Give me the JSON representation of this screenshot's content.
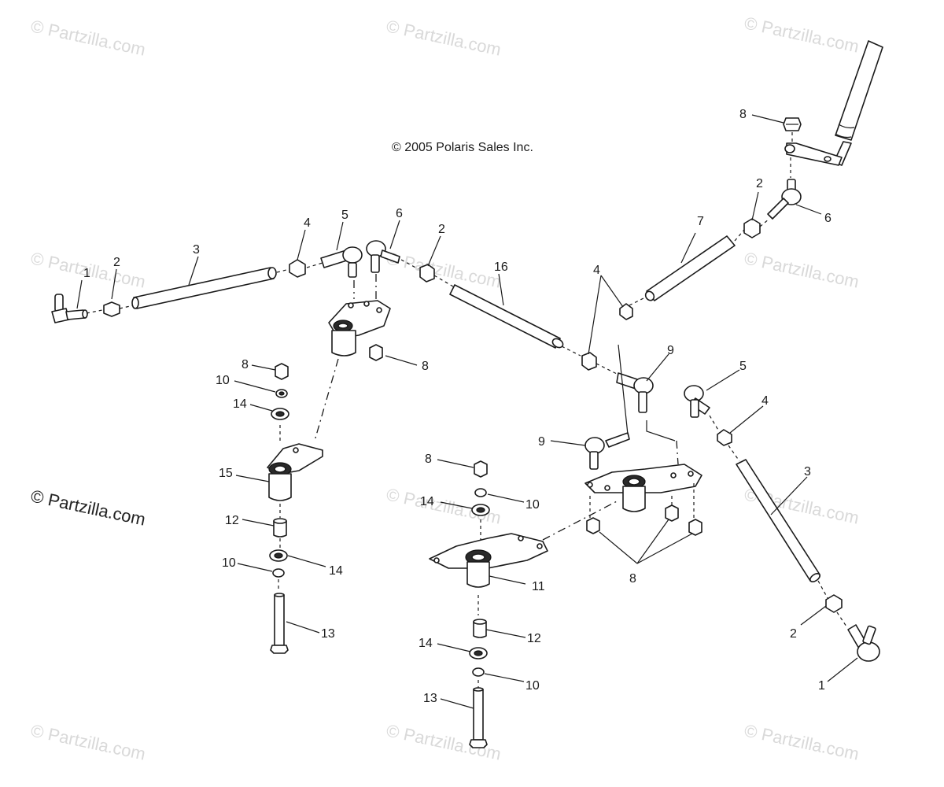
{
  "copyright": "© 2005 Polaris Sales Inc.",
  "watermark": {
    "faint_text": "© Partzilla.com",
    "bold_text": "© Partzilla.com",
    "faint_color": "#d9d9d9"
  },
  "callouts": [
    {
      "id": "c1a",
      "text": "1"
    },
    {
      "id": "c2a",
      "text": "2"
    },
    {
      "id": "c3a",
      "text": "3"
    },
    {
      "id": "c4a",
      "text": "4"
    },
    {
      "id": "c5a",
      "text": "5"
    },
    {
      "id": "c6a",
      "text": "6"
    },
    {
      "id": "c2b",
      "text": "2"
    },
    {
      "id": "c16",
      "text": "16"
    },
    {
      "id": "c4b",
      "text": "4"
    },
    {
      "id": "c7",
      "text": "7"
    },
    {
      "id": "c2c",
      "text": "2"
    },
    {
      "id": "c6b",
      "text": "6"
    },
    {
      "id": "c8a",
      "text": "8"
    },
    {
      "id": "c8b",
      "text": "8"
    },
    {
      "id": "c8c",
      "text": "8"
    },
    {
      "id": "c10a",
      "text": "10"
    },
    {
      "id": "c14a",
      "text": "14"
    },
    {
      "id": "c15",
      "text": "15"
    },
    {
      "id": "c12a",
      "text": "12"
    },
    {
      "id": "c10b",
      "text": "10"
    },
    {
      "id": "c14b",
      "text": "14"
    },
    {
      "id": "c13a",
      "text": "13"
    },
    {
      "id": "c9a",
      "text": "9"
    },
    {
      "id": "c9b",
      "text": "9"
    },
    {
      "id": "c5b",
      "text": "5"
    },
    {
      "id": "c4c",
      "text": "4"
    },
    {
      "id": "c3b",
      "text": "3"
    },
    {
      "id": "c8d",
      "text": "8"
    },
    {
      "id": "c10c",
      "text": "10"
    },
    {
      "id": "c14c",
      "text": "14"
    },
    {
      "id": "c11",
      "text": "11"
    },
    {
      "id": "c12b",
      "text": "12"
    },
    {
      "id": "c14d",
      "text": "14"
    },
    {
      "id": "c10d",
      "text": "10"
    },
    {
      "id": "c13b",
      "text": "13"
    },
    {
      "id": "c8e",
      "text": "8"
    },
    {
      "id": "c2d",
      "text": "2"
    },
    {
      "id": "c1b",
      "text": "1"
    }
  ]
}
